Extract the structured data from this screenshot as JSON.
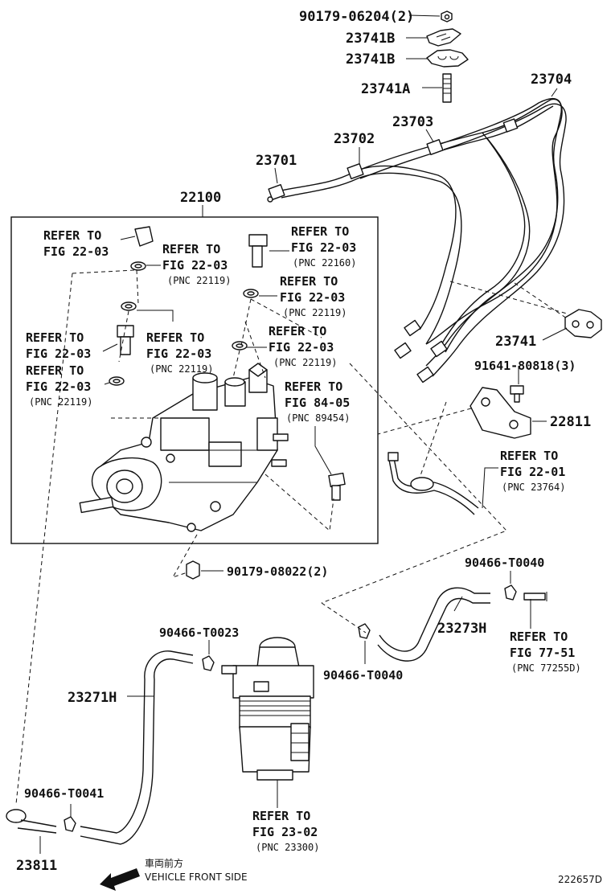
{
  "labels": {
    "p90179_06204": "90179-06204(2)",
    "p23741B_a": "23741B",
    "p23741B_b": "23741B",
    "p23741A": "23741A",
    "p23704": "23704",
    "p23703": "23703",
    "p23702": "23702",
    "p23701": "23701",
    "p22100": "22100",
    "p23741": "23741",
    "p91641": "91641-80818(3)",
    "p22811": "22811",
    "p90179_08022": "90179-08022(2)",
    "p90466_T0040_a": "90466-T0040",
    "p23273H": "23273H",
    "p90466_T0023": "90466-T0023",
    "p90466_T0040_b": "90466-T0040",
    "p23271H": "23271H",
    "p90466_T0041": "90466-T0041",
    "p23811": "23811",
    "diagram_id": "222657D"
  },
  "refs": {
    "r1": {
      "l1": "REFER TO",
      "l2": "FIG 22-03"
    },
    "r2": {
      "l1": "REFER TO",
      "l2": "FIG 22-03",
      "pnc": "(PNC 22119)"
    },
    "r3": {
      "l1": "REFER TO",
      "l2": "FIG 22-03",
      "pnc": "(PNC 22160)"
    },
    "r4": {
      "l1": "REFER TO",
      "l2": "FIG 22-03",
      "pnc": "(PNC 22119)"
    },
    "r5": {
      "l1": "REFER TO",
      "l2": "FIG 22-03",
      "pnc": "(PNC 22119)"
    },
    "r6": {
      "l1": "REFER TO",
      "l2": "FIG 22-03"
    },
    "r7": {
      "l1": "REFER TO",
      "l2": "FIG 22-03",
      "pnc": "(PNC 22119)"
    },
    "r8": {
      "l1": "REFER TO",
      "l2": "FIG 22-03",
      "pnc": "(PNC 22119)"
    },
    "r9": {
      "l1": "REFER TO",
      "l2": "FIG 84-05",
      "pnc": "(PNC 89454)"
    },
    "r10": {
      "l1": "REFER TO",
      "l2": "FIG 22-01",
      "pnc": "(PNC 23764)"
    },
    "r11": {
      "l1": "REFER TO",
      "l2": "FIG 77-51",
      "pnc": "(PNC 77255D)"
    },
    "r12": {
      "l1": "REFER TO",
      "l2": "FIG 23-02",
      "pnc": "(PNC 23300)"
    }
  },
  "front": {
    "jp": "車両前方",
    "en": "VEHICLE FRONT SIDE"
  }
}
